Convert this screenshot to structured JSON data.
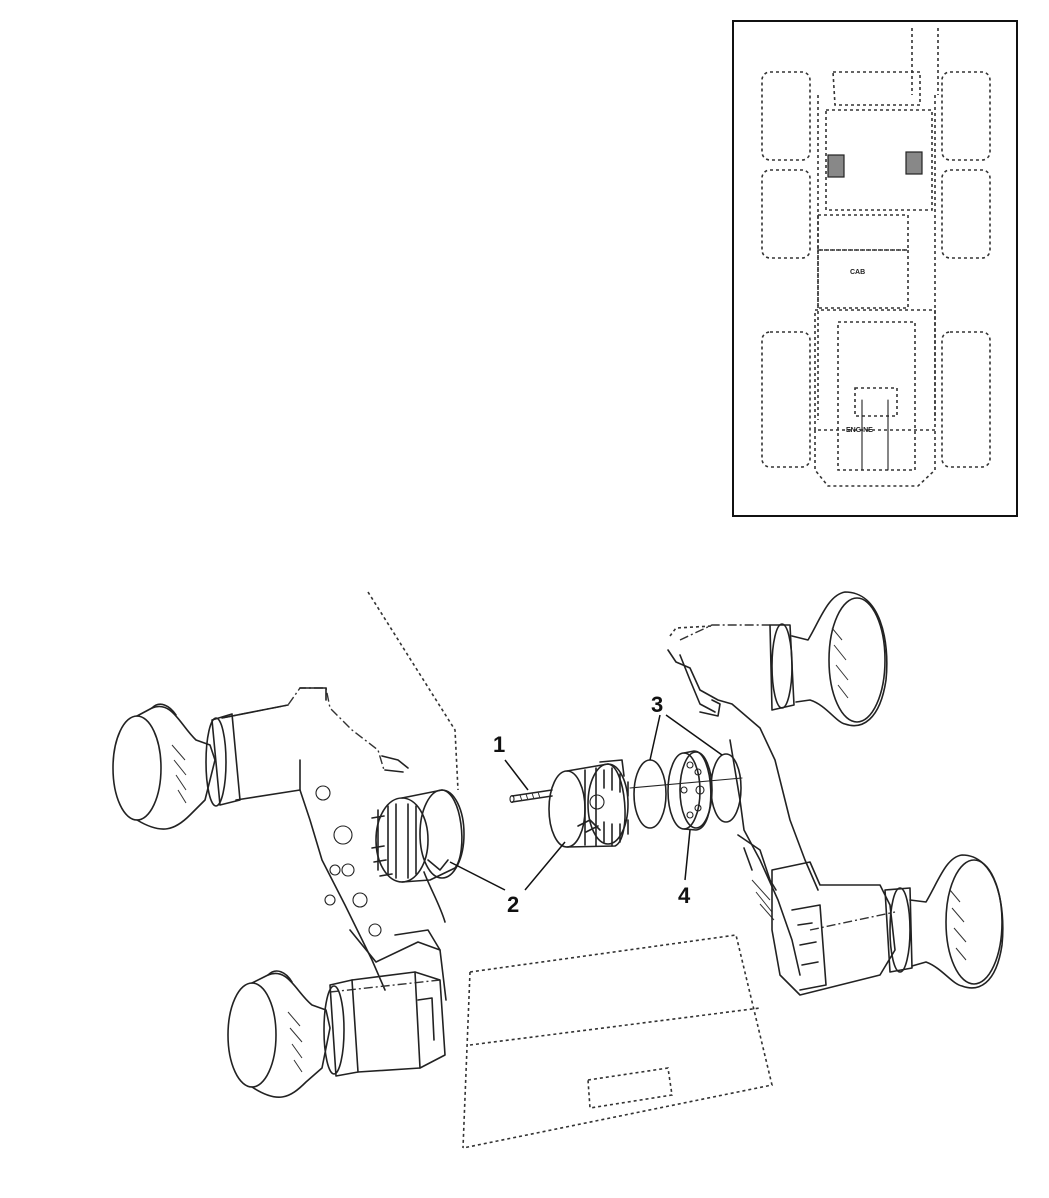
{
  "inset": {
    "cab_label": "CAB",
    "engine_label": "ENGINE"
  },
  "callouts": [
    {
      "id": "1",
      "label": "1"
    },
    {
      "id": "2",
      "label": "2"
    },
    {
      "id": "3",
      "label": "3"
    },
    {
      "id": "4",
      "label": "4"
    }
  ]
}
